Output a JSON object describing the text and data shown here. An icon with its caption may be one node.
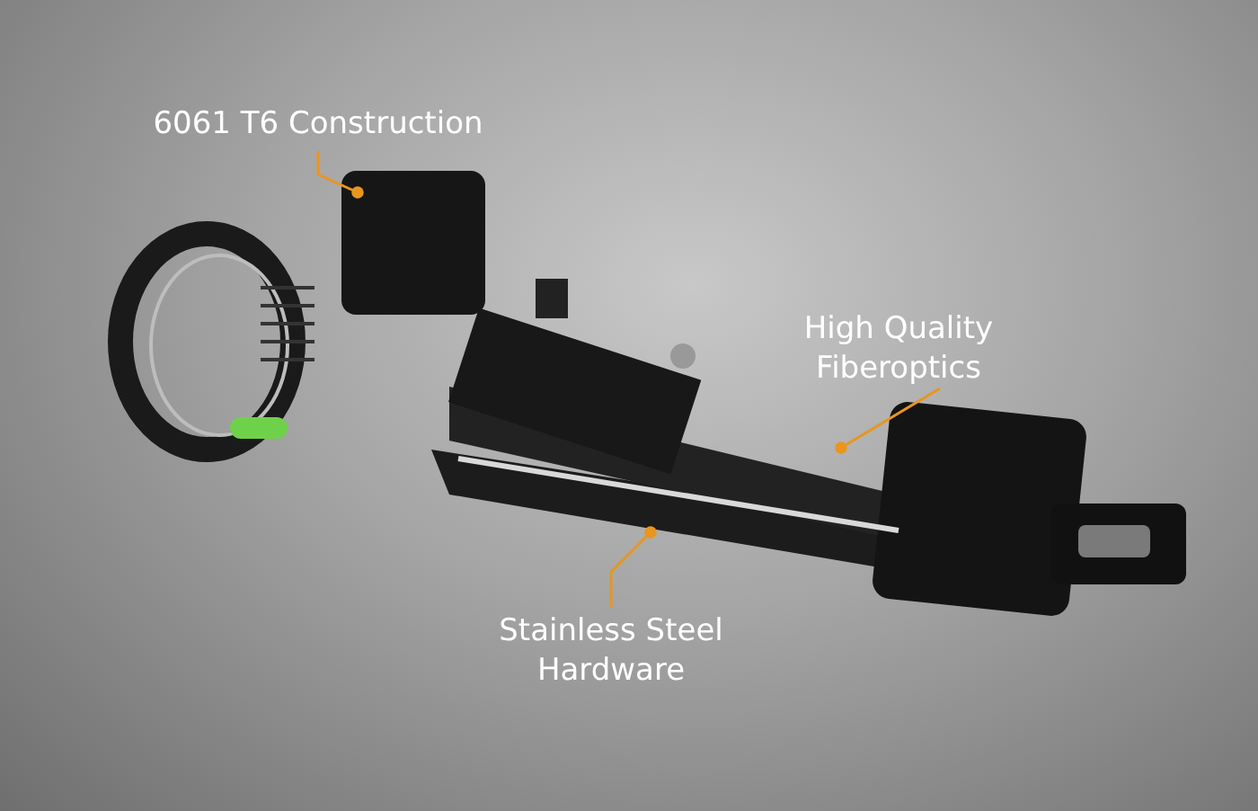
{
  "diagram": {
    "nodes": [
      {
        "text": [
          "6061 T6 Construction"
        ]
      },
      {
        "text": [
          "High Quality Fiberoptics"
        ]
      },
      {
        "text": [
          "Stainless Steel Hardware"
        ]
      }
    ],
    "edges": [
      {
        "from": 0,
        "to": null,
        "arrow": "other"
      },
      {
        "from": 1,
        "to": null,
        "arrow": "other"
      },
      {
        "from": 2,
        "to": null,
        "arrow": "other"
      }
    ]
  }
}
